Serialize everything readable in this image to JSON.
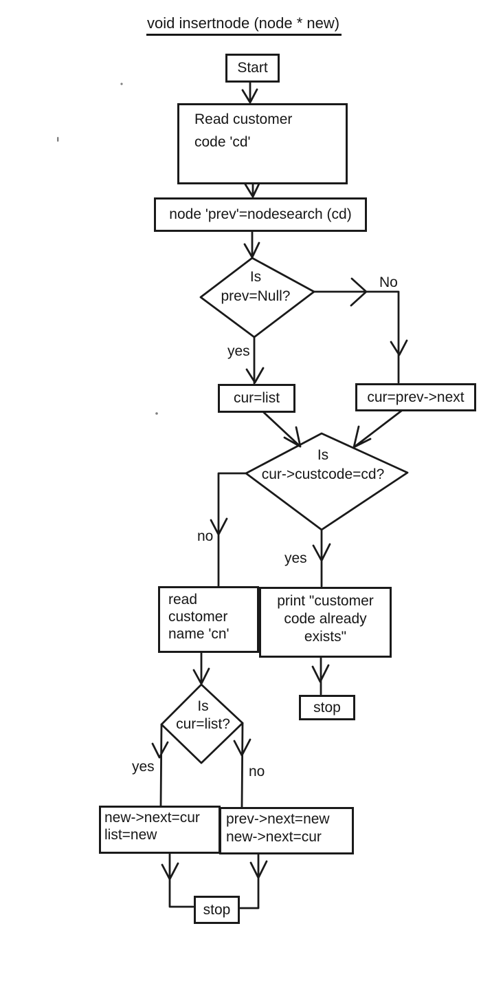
{
  "title": "void insertnode (node * new)",
  "colors": {
    "ink": "#1a1a1a",
    "paper": "#ffffff"
  },
  "nodes": {
    "start": {
      "label": "Start"
    },
    "read_customer_code": {
      "label": "Read customer\ncode 'cd'"
    },
    "nodesearch": {
      "label": "node 'prev'=nodesearch (cd)"
    },
    "is_prev_null": {
      "label": "Is\nprev=Null?"
    },
    "cur_list": {
      "label": "cur=list"
    },
    "cur_prev_next": {
      "label": "cur=prev->next"
    },
    "is_custcode_cd": {
      "label": "Is\ncur->custcode=cd?"
    },
    "read_customer_name": {
      "label": "read\ncustomer\nname 'cn'"
    },
    "print_exists": {
      "label": "print \"customer\ncode already\nexists\""
    },
    "stop_right": {
      "label": "stop"
    },
    "is_cur_list": {
      "label": "Is\ncur=list?"
    },
    "insert_at_head": {
      "label": "new->next=cur\nlist=new"
    },
    "insert_after_prev": {
      "label": "prev->next=new\nnew->next=cur"
    },
    "stop_bottom": {
      "label": "stop"
    }
  },
  "edge_labels": {
    "prev_null_no": "No",
    "prev_null_yes": "yes",
    "custcode_no": "no",
    "custcode_yes": "yes",
    "cur_list_yes": "yes",
    "cur_list_no": "no"
  }
}
